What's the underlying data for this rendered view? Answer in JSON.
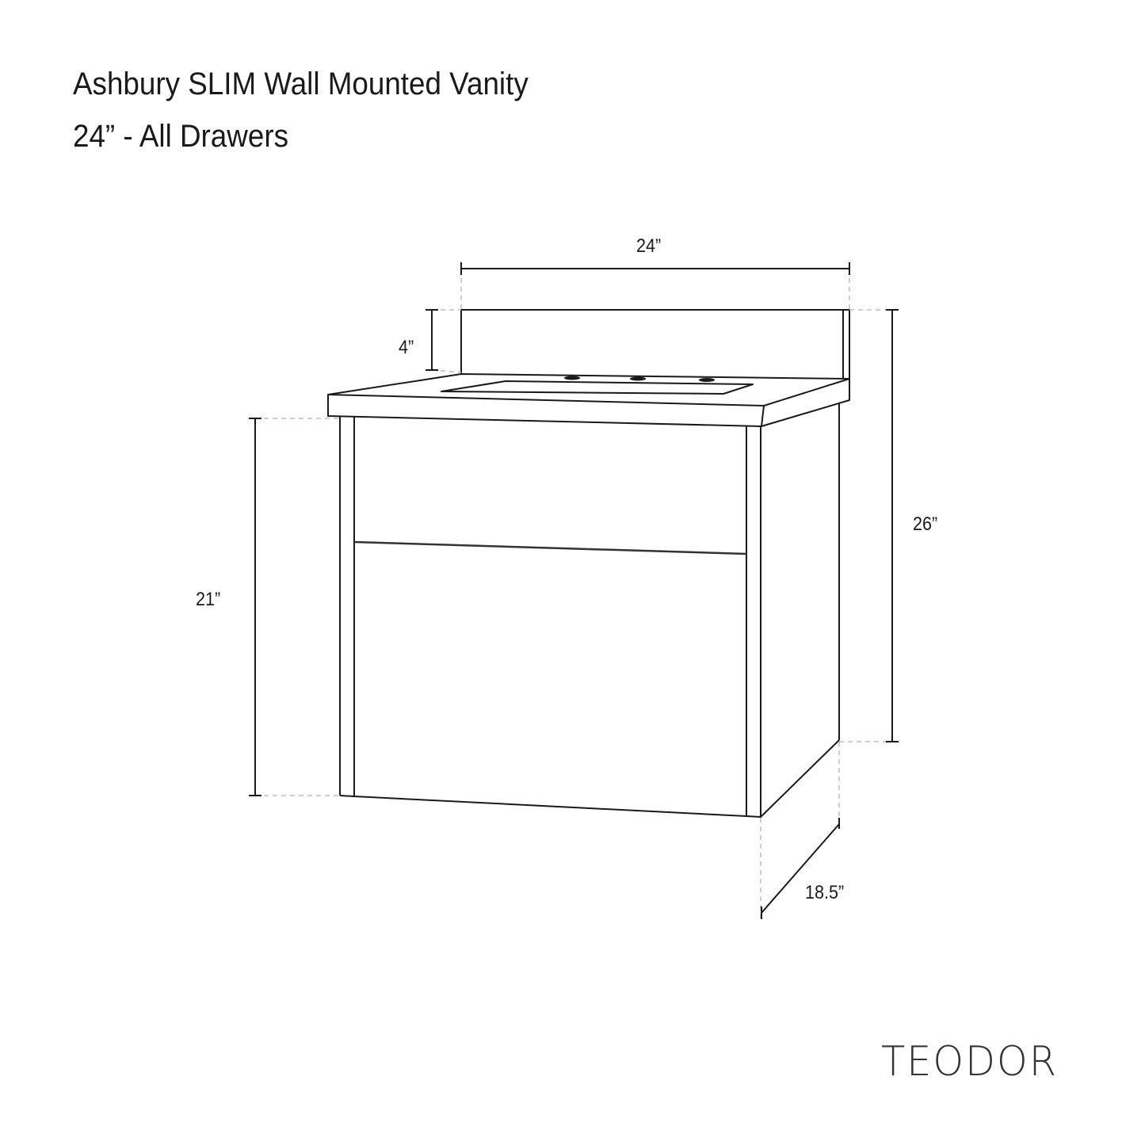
{
  "header": {
    "title": "Ashbury SLIM Wall Mounted Vanity",
    "subtitle": "24” - All Drawers"
  },
  "dimensions": {
    "width": "24”",
    "backsplash_height": "4”",
    "cabinet_height": "21”",
    "overall_height": "26”",
    "depth": "18.5”"
  },
  "brand": {
    "logo_text": "TEODOR"
  },
  "colors": {
    "line": "#1a1a1a",
    "guide": "#bdbdbd",
    "background": "#ffffff"
  }
}
